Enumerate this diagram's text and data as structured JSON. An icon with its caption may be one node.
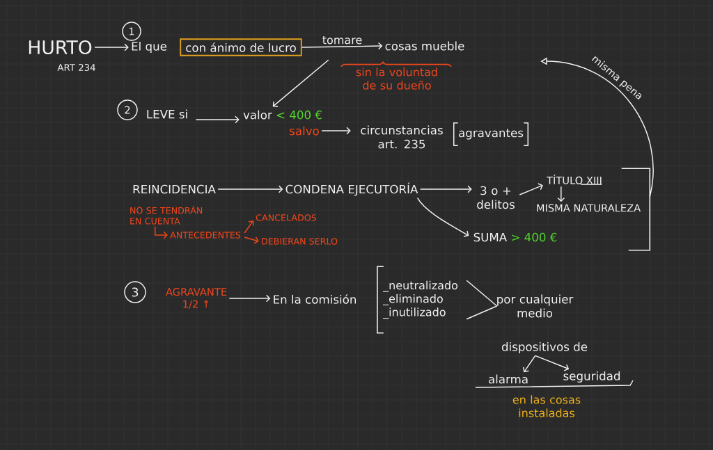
{
  "diagram": {
    "nodes": [
      {
        "text": [
          "HURTO"
        ],
        "beside": [
          "ART 234"
        ]
      },
      {
        "text": [
          "1"
        ]
      },
      {
        "text": [
          "El que"
        ]
      },
      {
        "text": [
          "con ánimo de lucro"
        ]
      },
      {
        "text": [
          "cosas mueble"
        ]
      },
      {
        "text": [
          "2"
        ]
      },
      {
        "text": [
          "LEVE si"
        ]
      },
      {
        "text": [
          "valor",
          "< 400 €"
        ]
      },
      {
        "text": [
          "salvo"
        ]
      },
      {
        "text": [
          "circunstancias art. 235"
        ],
        "beside": [
          "agravantes"
        ]
      },
      {
        "text": [
          "REINCIDENCIA"
        ]
      },
      {
        "text": [
          "CONDENA EJECUTORÍA"
        ]
      },
      {
        "text": [
          "3 o + delitos"
        ]
      },
      {
        "text": [
          "TÍTULO XIII"
        ]
      },
      {
        "text": [
          "MISMA NATURALEZA"
        ]
      },
      {
        "text": [
          "SUMA",
          "> 400 €"
        ]
      },
      {
        "text": [],
        "shape": "bracket"
      },
      {
        "text": [
          "NO SE TENDRÁN EN CUENTA"
        ]
      },
      {
        "text": [
          "ANTECEDENTES"
        ]
      },
      {
        "text": [
          "CANCELADOS"
        ]
      },
      {
        "text": [
          "DEBIERAN SERLO"
        ]
      },
      {
        "text": [
          "3"
        ]
      },
      {
        "text": [
          "AGRAVANTE",
          "1/2 ↑"
        ]
      },
      {
        "text": [
          "En la comisión"
        ]
      },
      {
        "text": [
          "_neutralizado",
          "_eliminado",
          "_inutilizado"
        ]
      },
      {
        "text": [
          "por cualquier medio"
        ]
      },
      {
        "text": [
          "dispositivos de"
        ]
      },
      {
        "text": [
          "alarma"
        ]
      },
      {
        "text": [
          "seguridad"
        ]
      }
    ],
    "edges": [
      {
        "from": 0,
        "to": 2,
        "arrow": "to"
      },
      {
        "from": 3,
        "to": 4,
        "arrow": "to",
        "label": "tomare"
      },
      {
        "from": null,
        "to": 7,
        "arrow": "to"
      },
      {
        "from": 6,
        "to": 7,
        "arrow": "to"
      },
      {
        "from": 8,
        "to": 9,
        "arrow": "to"
      },
      {
        "from": 10,
        "to": 11,
        "arrow": "to"
      },
      {
        "from": 11,
        "to": 12,
        "arrow": "to"
      },
      {
        "from": 11,
        "to": 15,
        "arrow": "to"
      },
      {
        "from": 12,
        "to": 13,
        "arrow": "to"
      },
      {
        "from": 13,
        "to": 14,
        "arrow": "to"
      },
      {
        "from": 16,
        "to": null,
        "arrow": "to",
        "label": "misma pena"
      },
      {
        "from": 17,
        "to": 18,
        "arrow": "to",
        "color": "#f2461c"
      },
      {
        "from": 18,
        "to": 19,
        "arrow": "to",
        "color": "#f2461c"
      },
      {
        "from": 18,
        "to": 20,
        "arrow": "to",
        "color": "#f2461c"
      },
      {
        "from": 22,
        "to": 23,
        "arrow": "to"
      },
      {
        "from": 24,
        "to": 25,
        "arrow": "none"
      },
      {
        "from": 26,
        "to": 27,
        "arrow": "to"
      },
      {
        "from": 26,
        "to": 28,
        "arrow": "to"
      }
    ],
    "labels": [
      "sin la voluntad de su dueño",
      "en las cosas instaladas"
    ]
  }
}
